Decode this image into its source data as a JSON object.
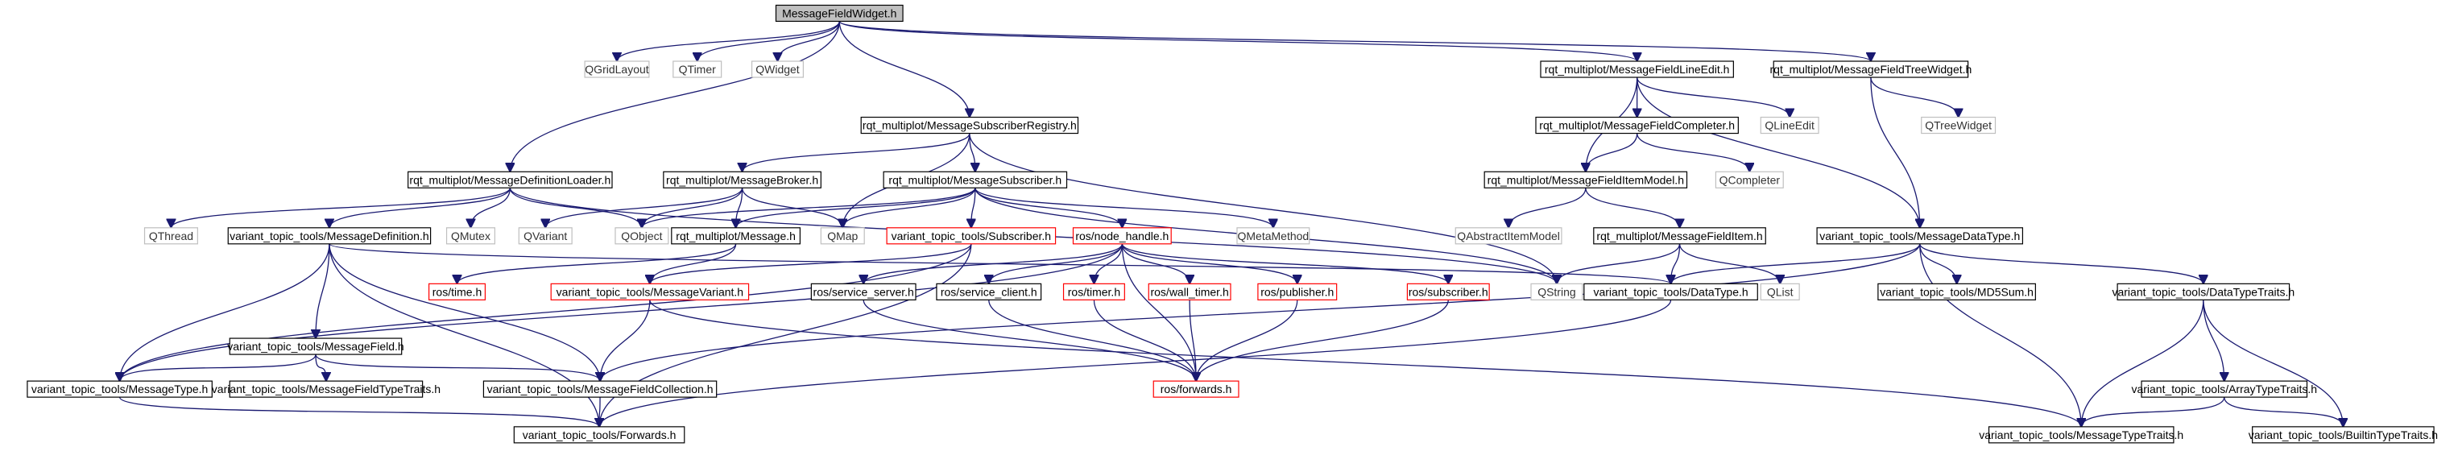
{
  "colors": {
    "edge": "#191970",
    "root_fill": "#bfbfbf",
    "normal_border": "#000000",
    "external_border": "#bfbfbf",
    "unresolved_border": "#ff0000"
  },
  "nodes": [
    {
      "id": "root",
      "label": "MessageFieldWidget.h",
      "kind": "root"
    },
    {
      "id": "qgridlayout",
      "label": "QGridLayout",
      "kind": "external"
    },
    {
      "id": "qtimer",
      "label": "QTimer",
      "kind": "external"
    },
    {
      "id": "qwidget",
      "label": "QWidget",
      "kind": "external"
    },
    {
      "id": "lineedit",
      "label": "rqt_multiplot/MessageFieldLineEdit.h",
      "kind": "normal"
    },
    {
      "id": "treewidget",
      "label": "rqt_multiplot/MessageFieldTreeWidget.h",
      "kind": "normal"
    },
    {
      "id": "subregistry",
      "label": "rqt_multiplot/MessageSubscriberRegistry.h",
      "kind": "normal"
    },
    {
      "id": "deflloader",
      "label": "rqt_multiplot/MessageDefinitionLoader.h",
      "kind": "normal"
    },
    {
      "id": "completer",
      "label": "rqt_multiplot/MessageFieldCompleter.h",
      "kind": "normal"
    },
    {
      "id": "qlineedit",
      "label": "QLineEdit",
      "kind": "external"
    },
    {
      "id": "qtreewidget",
      "label": "QTreeWidget",
      "kind": "external"
    },
    {
      "id": "broker",
      "label": "rqt_multiplot/MessageBroker.h",
      "kind": "normal"
    },
    {
      "id": "subscriber",
      "label": "rqt_multiplot/MessageSubscriber.h",
      "kind": "normal"
    },
    {
      "id": "itemmodel",
      "label": "rqt_multiplot/MessageFieldItemModel.h",
      "kind": "normal"
    },
    {
      "id": "qcompleter",
      "label": "QCompleter",
      "kind": "external"
    },
    {
      "id": "qthread",
      "label": "QThread",
      "kind": "external"
    },
    {
      "id": "msgdef",
      "label": "variant_topic_tools/MessageDefinition.h",
      "kind": "normal"
    },
    {
      "id": "qmutex",
      "label": "QMutex",
      "kind": "external"
    },
    {
      "id": "qvariant",
      "label": "QVariant",
      "kind": "external"
    },
    {
      "id": "qobject",
      "label": "QObject",
      "kind": "external"
    },
    {
      "id": "message",
      "label": "rqt_multiplot/Message.h",
      "kind": "normal"
    },
    {
      "id": "qmap",
      "label": "QMap",
      "kind": "external"
    },
    {
      "id": "vtsubscriber",
      "label": "variant_topic_tools/Subscriber.h",
      "kind": "unresolved"
    },
    {
      "id": "nodehandle",
      "label": "ros/node_handle.h",
      "kind": "unresolved"
    },
    {
      "id": "qmetamethod",
      "label": "QMetaMethod",
      "kind": "external"
    },
    {
      "id": "qabsitemmodel",
      "label": "QAbstractItemModel",
      "kind": "external"
    },
    {
      "id": "fielditem",
      "label": "rqt_multiplot/MessageFieldItem.h",
      "kind": "normal"
    },
    {
      "id": "datatype",
      "label": "variant_topic_tools/MessageDataType.h",
      "kind": "normal"
    },
    {
      "id": "rostime",
      "label": "ros/time.h",
      "kind": "unresolved"
    },
    {
      "id": "msgvariant",
      "label": "variant_topic_tools/MessageVariant.h",
      "kind": "unresolved"
    },
    {
      "id": "srvserver",
      "label": "ros/service_server.h",
      "kind": "normal"
    },
    {
      "id": "srvclient",
      "label": "ros/service_client.h",
      "kind": "normal"
    },
    {
      "id": "rostimer",
      "label": "ros/timer.h",
      "kind": "unresolved"
    },
    {
      "id": "walltimer",
      "label": "ros/wall_timer.h",
      "kind": "unresolved"
    },
    {
      "id": "publisher",
      "label": "ros/publisher.h",
      "kind": "unresolved"
    },
    {
      "id": "rossubscriber",
      "label": "ros/subscriber.h",
      "kind": "unresolved"
    },
    {
      "id": "qstring",
      "label": "QString",
      "kind": "external"
    },
    {
      "id": "vtdatatype",
      "label": "variant_topic_tools/DataType.h",
      "kind": "normal"
    },
    {
      "id": "qlist",
      "label": "QList",
      "kind": "external"
    },
    {
      "id": "md5sum",
      "label": "variant_topic_tools/MD5Sum.h",
      "kind": "normal"
    },
    {
      "id": "datatypetraits",
      "label": "variant_topic_tools/DataTypeTraits.h",
      "kind": "normal"
    },
    {
      "id": "msgfield",
      "label": "variant_topic_tools/MessageField.h",
      "kind": "normal"
    },
    {
      "id": "msgtype",
      "label": "variant_topic_tools/MessageType.h",
      "kind": "normal"
    },
    {
      "id": "fieldtypetraits",
      "label": "variant_topic_tools/MessageFieldTypeTraits.h",
      "kind": "normal"
    },
    {
      "id": "fieldcollection",
      "label": "variant_topic_tools/MessageFieldCollection.h",
      "kind": "normal"
    },
    {
      "id": "forwards",
      "label": "ros/forwards.h",
      "kind": "unresolved"
    },
    {
      "id": "arraytypetraits",
      "label": "variant_topic_tools/ArrayTypeTraits.h",
      "kind": "normal"
    },
    {
      "id": "vtforwards",
      "label": "variant_topic_tools/Forwards.h",
      "kind": "normal"
    },
    {
      "id": "msgtypetraits",
      "label": "variant_topic_tools/MessageTypeTraits.h",
      "kind": "normal"
    },
    {
      "id": "builtintypetraits",
      "label": "variant_topic_tools/BuiltinTypeTraits.h",
      "kind": "normal"
    }
  ],
  "edges": [
    [
      "root",
      "qgridlayout"
    ],
    [
      "root",
      "qtimer"
    ],
    [
      "root",
      "qwidget"
    ],
    [
      "root",
      "lineedit"
    ],
    [
      "root",
      "treewidget"
    ],
    [
      "root",
      "subregistry"
    ],
    [
      "root",
      "deflloader"
    ],
    [
      "lineedit",
      "completer"
    ],
    [
      "lineedit",
      "qlineedit"
    ],
    [
      "lineedit",
      "itemmodel"
    ],
    [
      "lineedit",
      "datatype"
    ],
    [
      "treewidget",
      "qtreewidget"
    ],
    [
      "treewidget",
      "datatype"
    ],
    [
      "subregistry",
      "broker"
    ],
    [
      "subregistry",
      "subscriber"
    ],
    [
      "subregistry",
      "qmap"
    ],
    [
      "subregistry",
      "qstring"
    ],
    [
      "deflloader",
      "qthread"
    ],
    [
      "deflloader",
      "msgdef"
    ],
    [
      "deflloader",
      "qmutex"
    ],
    [
      "deflloader",
      "qobject"
    ],
    [
      "deflloader",
      "qstring"
    ],
    [
      "completer",
      "itemmodel"
    ],
    [
      "completer",
      "qcompleter"
    ],
    [
      "broker",
      "qvariant"
    ],
    [
      "broker",
      "qobject"
    ],
    [
      "broker",
      "message"
    ],
    [
      "broker",
      "qmap"
    ],
    [
      "subscriber",
      "qobject"
    ],
    [
      "subscriber",
      "message"
    ],
    [
      "subscriber",
      "qmap"
    ],
    [
      "subscriber",
      "vtsubscriber"
    ],
    [
      "subscriber",
      "nodehandle"
    ],
    [
      "subscriber",
      "qmetamethod"
    ],
    [
      "subscriber",
      "qstring"
    ],
    [
      "itemmodel",
      "qabsitemmodel"
    ],
    [
      "itemmodel",
      "fielditem"
    ],
    [
      "fielditem",
      "qstring"
    ],
    [
      "fielditem",
      "vtdatatype"
    ],
    [
      "fielditem",
      "qlist"
    ],
    [
      "datatype",
      "vtdatatype"
    ],
    [
      "datatype",
      "md5sum"
    ],
    [
      "datatype",
      "datatypetraits"
    ],
    [
      "datatype",
      "fieldcollection"
    ],
    [
      "datatype",
      "msgtypetraits"
    ],
    [
      "msgdef",
      "msgfield"
    ],
    [
      "msgdef",
      "msgtype"
    ],
    [
      "msgdef",
      "fieldcollection"
    ],
    [
      "msgdef",
      "vtdatatype"
    ],
    [
      "msgdef",
      "vtforwards"
    ],
    [
      "message",
      "rostime"
    ],
    [
      "message",
      "msgvariant"
    ],
    [
      "vtsubscriber",
      "msgtype"
    ],
    [
      "vtsubscriber",
      "msgvariant"
    ],
    [
      "vtsubscriber",
      "vtforwards"
    ],
    [
      "nodehandle",
      "srvserver"
    ],
    [
      "nodehandle",
      "srvclient"
    ],
    [
      "nodehandle",
      "rostimer"
    ],
    [
      "nodehandle",
      "walltimer"
    ],
    [
      "nodehandle",
      "publisher"
    ],
    [
      "nodehandle",
      "rossubscriber"
    ],
    [
      "nodehandle",
      "forwards"
    ],
    [
      "nodehandle",
      "msgtype"
    ],
    [
      "msgvariant",
      "fieldcollection"
    ],
    [
      "msgvariant",
      "msgtypetraits"
    ],
    [
      "srvserver",
      "forwards"
    ],
    [
      "srvclient",
      "forwards"
    ],
    [
      "rostimer",
      "forwards"
    ],
    [
      "walltimer",
      "forwards"
    ],
    [
      "publisher",
      "forwards"
    ],
    [
      "rossubscriber",
      "forwards"
    ],
    [
      "vtdatatype",
      "vtforwards"
    ],
    [
      "msgfield",
      "msgtype"
    ],
    [
      "msgfield",
      "fieldtypetraits"
    ],
    [
      "msgfield",
      "fieldcollection"
    ],
    [
      "msgtype",
      "vtforwards"
    ],
    [
      "fieldcollection",
      "vtforwards"
    ],
    [
      "datatypetraits",
      "arraytypetraits"
    ],
    [
      "datatypetraits",
      "msgtypetraits"
    ],
    [
      "datatypetraits",
      "builtintypetraits"
    ],
    [
      "arraytypetraits",
      "msgtypetraits"
    ],
    [
      "arraytypetraits",
      "builtintypetraits"
    ]
  ]
}
